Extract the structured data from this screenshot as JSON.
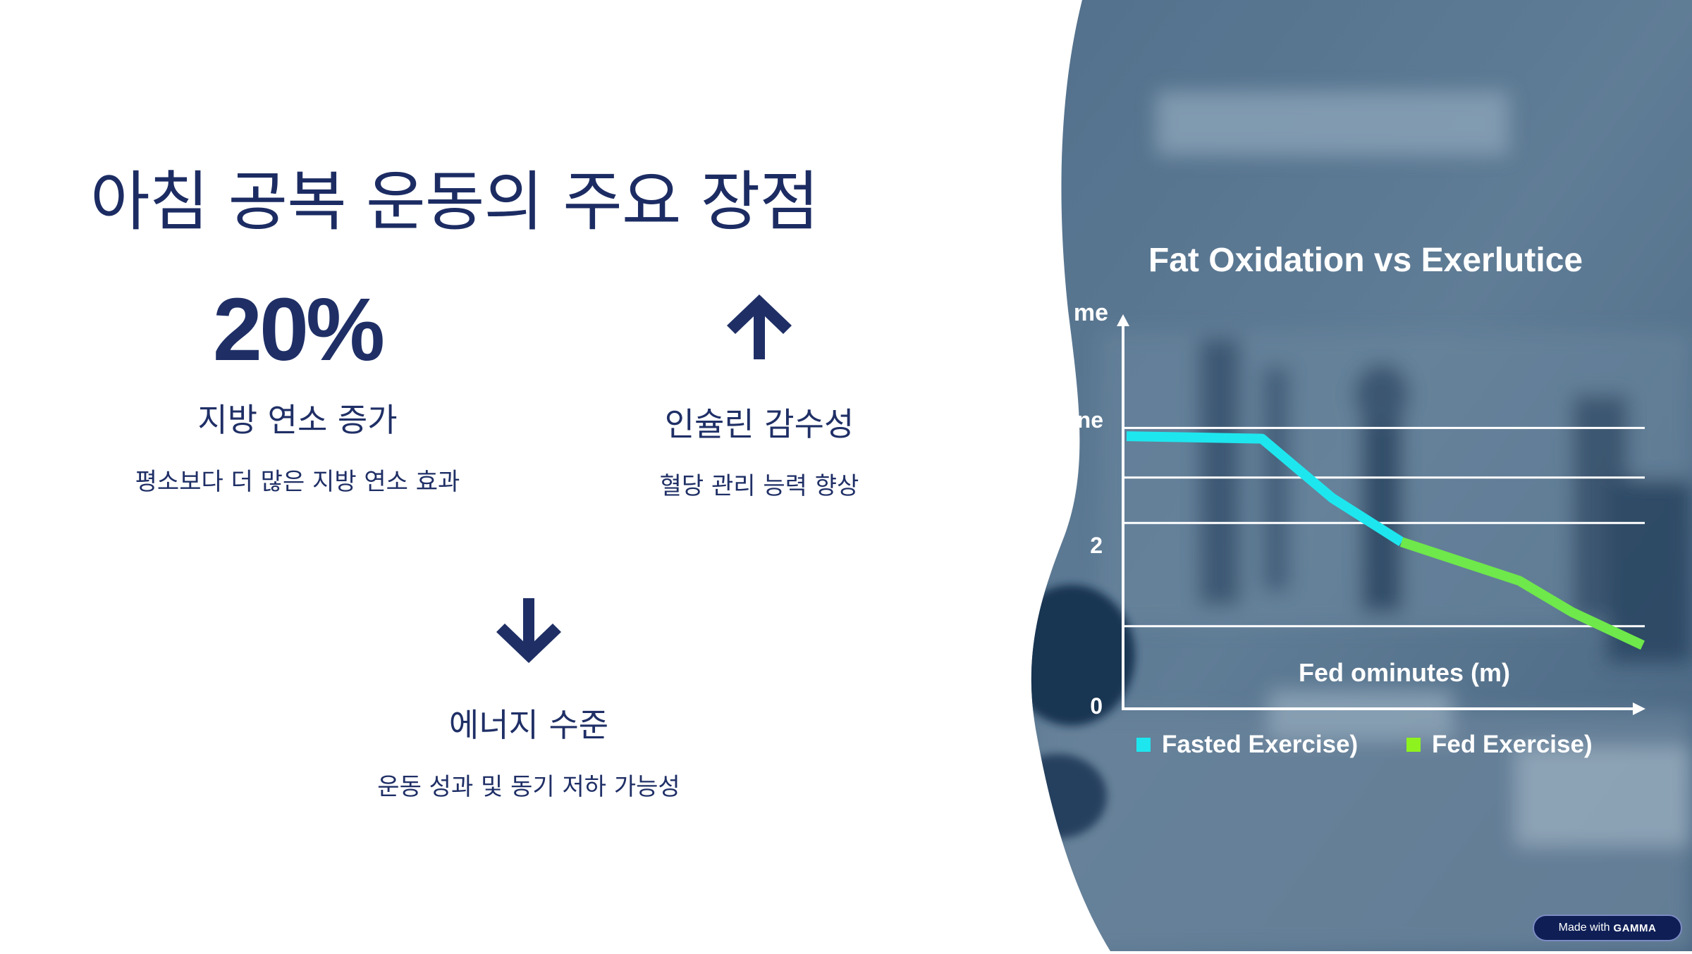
{
  "slide": {
    "title": "아침 공복 운동의 주요 장점",
    "stats": [
      {
        "value": "20%",
        "label": "지방 연소 증가",
        "description": "평소보다 더 많은 지방 연소 효과"
      },
      {
        "icon": "arrow-up-icon",
        "label": "인슐린 감수성",
        "description": "혈당 관리 능력 향상"
      },
      {
        "icon": "arrow-down-icon",
        "label": "에너지 수준",
        "description": "운동 성과 및 동기 저하 가능성"
      }
    ],
    "accent_color": "#1f2f66"
  },
  "photo": {
    "chart_title": "Fat Oxidation vs Exerlutice",
    "axis_fragments": [
      "me",
      "ne"
    ],
    "x_axis_label": "Fed ominutes (m)"
  },
  "chart_data": {
    "type": "line",
    "title": "Fat Oxidation vs Exerlutice",
    "xlabel": "Fed ominutes (m)",
    "ylabel": "",
    "y_ticks": [
      "0",
      "2"
    ],
    "ylim": [
      0,
      4.7
    ],
    "grid": true,
    "series": [
      {
        "name": "Fasted Exercise)",
        "color": "#1ee6ee",
        "x": [
          0,
          1,
          2,
          3
        ],
        "values": [
          3.3,
          3.27,
          2.55,
          2.02
        ]
      },
      {
        "name": "Fed Exercise)",
        "color": "#8ef21e",
        "x": [
          3,
          4,
          5,
          6
        ],
        "values": [
          2.02,
          1.55,
          1.17,
          0.77
        ]
      }
    ],
    "legend": "bottom"
  },
  "footer": {
    "badge_prefix": "Made with",
    "badge_brand": "GAMMA"
  }
}
